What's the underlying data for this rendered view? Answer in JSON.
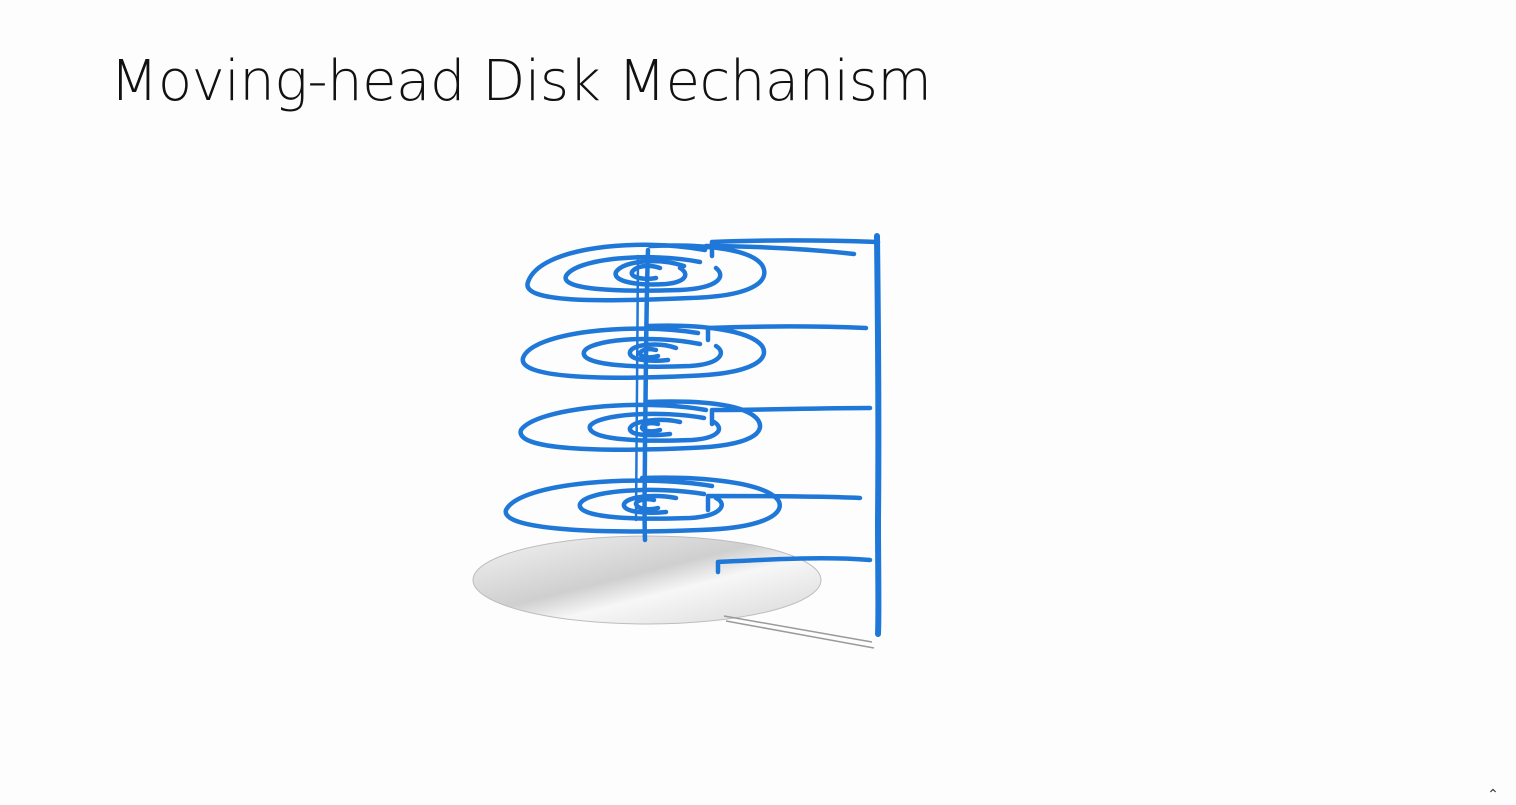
{
  "slide": {
    "title": "Moving-head Disk Mechanism"
  },
  "colors": {
    "background": "#fdfdfe",
    "ink": "#1f78d8",
    "platter_fill": "#e3e3e3",
    "title_text": "#111111"
  },
  "drawing": {
    "platter_count": 4,
    "base_platter": "gray-disk",
    "annotation": "hand-drawn blue ink"
  },
  "icons": {
    "scroll_up": "chevron-up-icon"
  }
}
